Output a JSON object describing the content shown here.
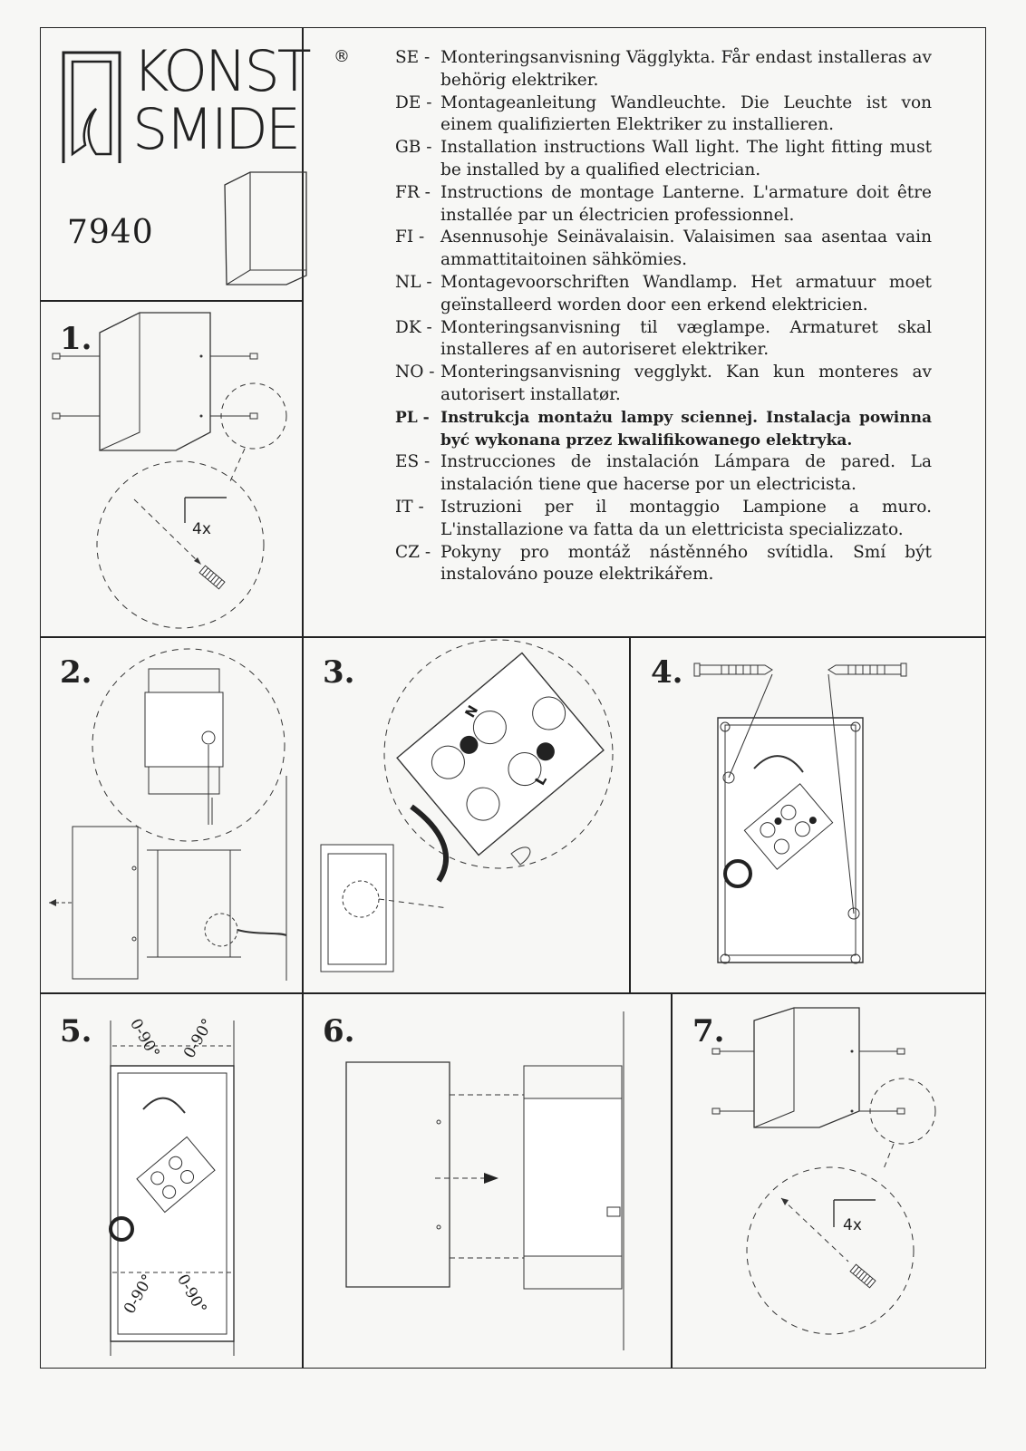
{
  "brand": {
    "line1": "KONST",
    "line2": "SMIDE",
    "registered": "®"
  },
  "model_number": "7940",
  "instructions": [
    {
      "code": "SE -",
      "text": "Monteringsanvisning Vägglykta. Får endast installeras av behörig elektriker."
    },
    {
      "code": "DE -",
      "text": "Montageanleitung Wandleuchte. Die Leuchte ist von einem qualifizierten Elektriker zu installieren."
    },
    {
      "code": "GB -",
      "text": "Installation instructions Wall light. The light fitting must be installed by a qualified electrician."
    },
    {
      "code": "FR -",
      "text": "Instructions de montage Lanterne. L'armature doit être installée par un électricien professionnel."
    },
    {
      "code": "FI -",
      "text": "Asennusohje Seinävalaisin. Valaisimen saa asentaa vain ammattitaitoinen sähkömies."
    },
    {
      "code": "NL -",
      "text": "Montagevoorschriften Wandlamp. Het armatuur moet geïnstalleerd worden door een erkend elektricien."
    },
    {
      "code": "DK -",
      "text": "Monteringsanvisning til væglampe. Armaturet skal installeres af en autoriseret elektriker."
    },
    {
      "code": "NO -",
      "text": "Monteringsanvisning vegglykt. Kan kun monteres av autorisert installatør."
    },
    {
      "code": "PL -",
      "text": "Instrukcja montażu lampy sciennej. Instalacja powinna być wykonana przez kwalifikowanego elektryka."
    },
    {
      "code": "ES -",
      "text": "Instrucciones de instalación Lámpara de pared. La instalación tiene que hacerse por un electricista."
    },
    {
      "code": "IT -",
      "text": "Istruzioni per il montaggio Lampione a muro. L'installazione va fatta da un elettricista specializzato."
    },
    {
      "code": "CZ -",
      "text": "Pokyny pro montáž nástěnného svítidla. Smí být instalováno pouze elektrikářem."
    }
  ],
  "steps": {
    "s1": "1.",
    "s2": "2.",
    "s3": "3.",
    "s4": "4.",
    "s5": "5.",
    "s6": "6.",
    "s7": "7."
  },
  "labels": {
    "qty_1": "4x",
    "qty_7": "4x",
    "terminal_n": "N",
    "terminal_l": "L",
    "angle_tl": "0-90°",
    "angle_tr": "0-90°",
    "angle_bl": "0-90°",
    "angle_br": "0-90°"
  }
}
